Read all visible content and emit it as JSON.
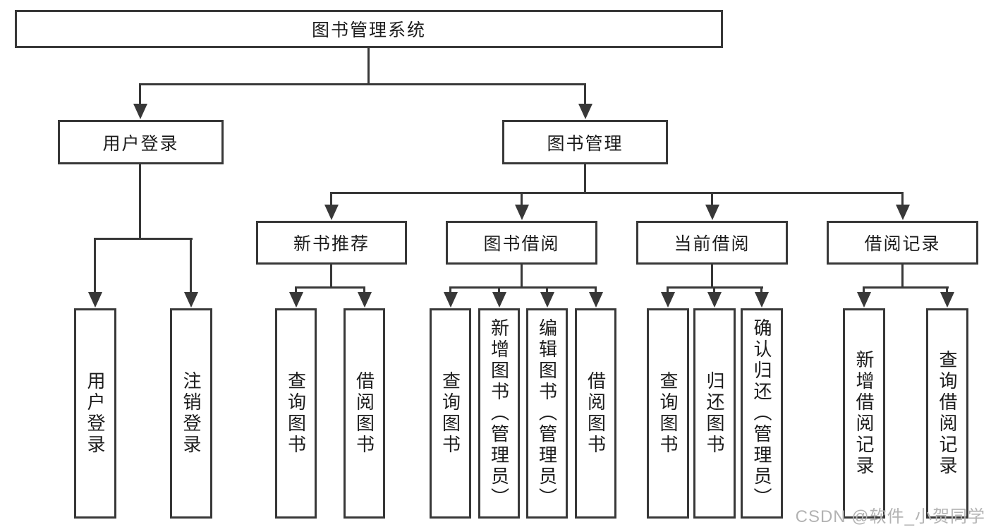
{
  "diagram": {
    "root": "图书管理系统",
    "branches": {
      "user_login": {
        "label": "用户登录",
        "children": [
          "用户登录",
          "注销登录"
        ]
      },
      "book_management": {
        "label": "图书管理",
        "sections": {
          "new_book_recommend": {
            "label": "新书推荐",
            "children": [
              "查询图书",
              "借阅图书"
            ]
          },
          "book_borrow": {
            "label": "图书借阅",
            "children": [
              "查询图书",
              "新增图书（管理员）",
              "编辑图书（管理员）",
              "借阅图书"
            ]
          },
          "current_borrow": {
            "label": "当前借阅",
            "children": [
              "查询图书",
              "归还图书",
              "确认归还（管理员）"
            ]
          },
          "borrow_records": {
            "label": "借阅记录",
            "children": [
              "新增借阅记录",
              "查询借阅记录"
            ]
          }
        }
      }
    }
  },
  "watermark": "CSDN @软件_小贺同学",
  "colors": {
    "line": "#383838",
    "text": "#1c1c1c",
    "background": "#ffffff",
    "watermark": "#b3b3b3"
  }
}
